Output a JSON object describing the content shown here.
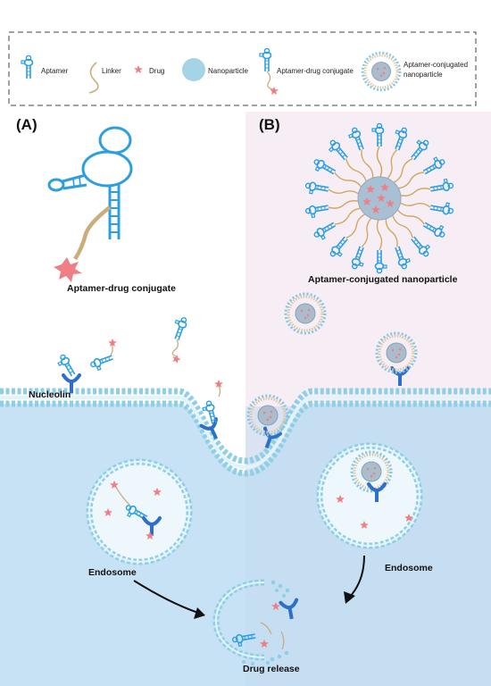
{
  "legend": {
    "aptamer": "Aptamer",
    "linker": "Linker",
    "drug": "Drug",
    "nanoparticle": "Nanoparticle",
    "conjugate": "Aptamer-drug conjugate",
    "conjugated_np_line1": "Aptamer-conjugated",
    "conjugated_np_line2": "nanoparticle"
  },
  "panels": {
    "a": "(A)",
    "b": "(B)"
  },
  "captions": {
    "adc": "Aptamer-drug conjugate",
    "acnp": "Aptamer-conjugated nanoparticle",
    "nucleolin": "Nucleolin",
    "endosome_left": "Endosome",
    "endosome_right": "Endosome",
    "drug_release": "Drug release"
  },
  "colors": {
    "aptamer": "#2d9fe0",
    "receptor": "#2d6fc9",
    "linker": "#c9ad7a",
    "drug": "#ef7f85",
    "nanoparticle": "#a5d4e6",
    "membrane": "#8ecfe6",
    "cell": "#c7e2f4",
    "right_bg": "#f6eef4"
  }
}
